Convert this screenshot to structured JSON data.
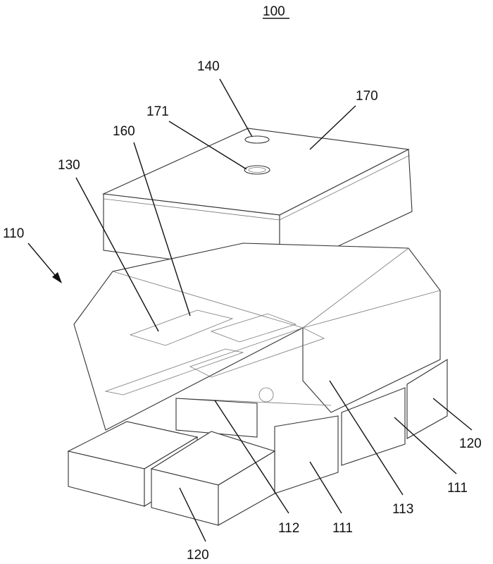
{
  "figure": {
    "reference": "100",
    "labels": {
      "l140": "140",
      "l170": "170",
      "l171": "171",
      "l160": "160",
      "l130": "130",
      "l110": "110",
      "l113": "113",
      "l112": "112",
      "l111a": "111",
      "l111b": "111",
      "l120a": "120",
      "l120b": "120"
    }
  }
}
